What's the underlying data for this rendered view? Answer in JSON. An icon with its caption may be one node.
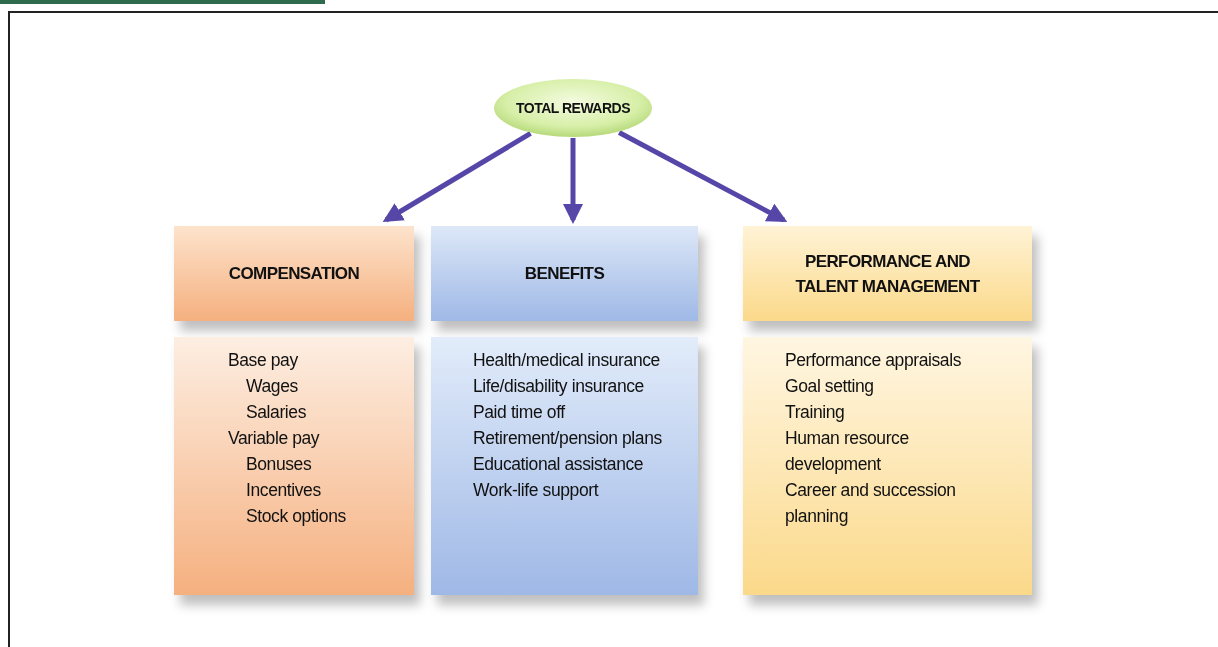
{
  "diagram": {
    "nodes": [
      {
        "text": [
          "TOTAL REWARDS"
        ]
      },
      {
        "text": [
          "COMPENSATION"
        ]
      },
      {
        "text": [
          "BENEFITS"
        ]
      },
      {
        "text": [
          "PERFORMANCE AND TALENT MANAGEMENT"
        ]
      },
      {
        "text": [
          "Base pay",
          "Wages",
          "Salaries",
          "Variable pay",
          "Bonuses",
          "Incentives",
          "Stock options"
        ]
      },
      {
        "text": [
          "Health/medical insurance",
          "Life/disability insurance",
          "Paid time off",
          "Retirement/pension plans",
          "Educational assistance",
          "Work-life support"
        ]
      },
      {
        "text": [
          "Performance appraisals",
          "Goal setting",
          "Training",
          "Human resource development",
          "Career and succession planning"
        ]
      }
    ],
    "edges": [
      {
        "from": 0,
        "to": 1,
        "arrow": "to"
      },
      {
        "from": 0,
        "to": 2,
        "arrow": "to"
      },
      {
        "from": 0,
        "to": 3,
        "arrow": "to"
      }
    ]
  }
}
